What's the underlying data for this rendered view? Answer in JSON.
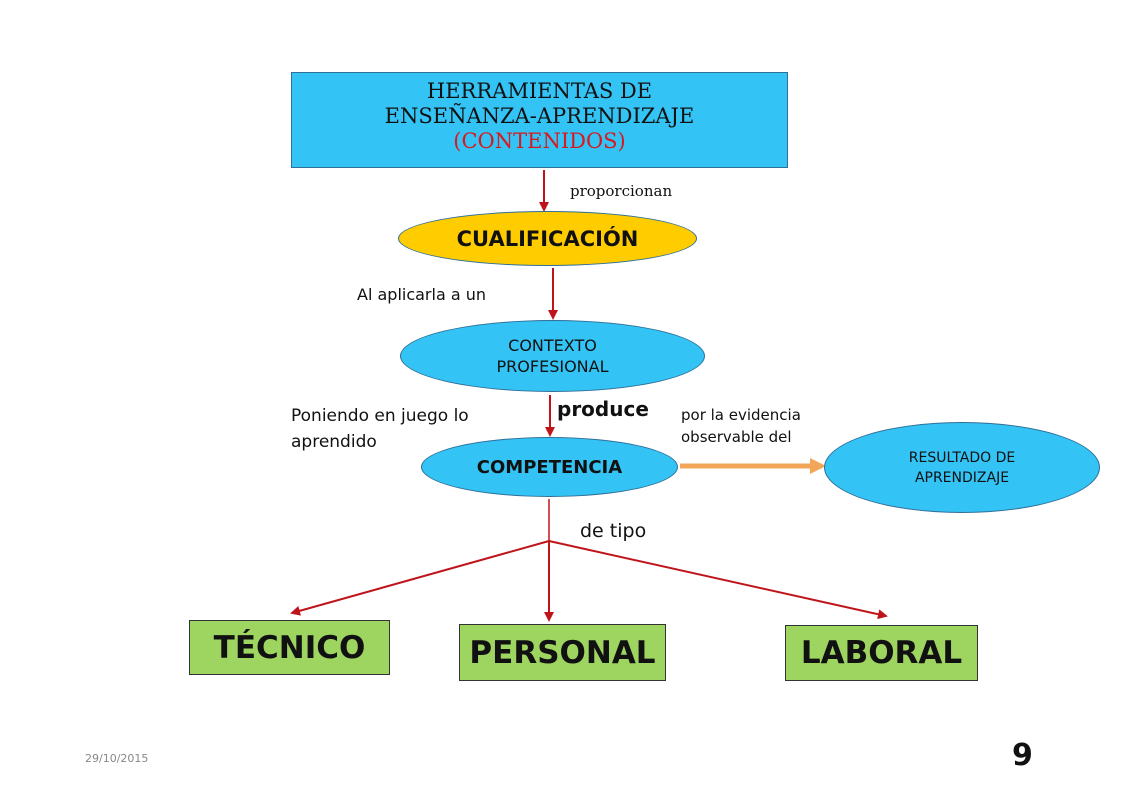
{
  "header": {
    "line1": "HERRAMIENTAS DE",
    "line2": "ENSEÑANZA-APRENDIZAJE",
    "line3": "(CONTENIDOS)"
  },
  "nodes": {
    "cualificacion": "CUALIFICACIÓN",
    "contexto_line1": "CONTEXTO",
    "contexto_line2": "PROFESIONAL",
    "competencia": "COMPETENCIA",
    "resultado_line1": "RESULTADO DE",
    "resultado_line2": "APRENDIZAJE",
    "tecnico": "TÉCNICO",
    "personal": "PERSONAL",
    "laboral": "LABORAL"
  },
  "edges": {
    "proporcionan": "proporcionan",
    "al_aplicarla": "Al aplicarla a un",
    "poniendo_line1": "Poniendo en juego lo",
    "poniendo_line2": "aprendido",
    "produce": "produce",
    "evidencia_line1": "por la evidencia",
    "evidencia_line2": "observable del",
    "de_tipo": "de tipo"
  },
  "footer": {
    "date": "29/10/2015",
    "page": "9"
  },
  "colors": {
    "arrow_red": "#c0141b",
    "arrow_orange": "#f2a65a",
    "blue": "#33c3f5",
    "yellow": "#ffcc00",
    "green": "#9ed561",
    "accent_red": "#d8191e"
  }
}
